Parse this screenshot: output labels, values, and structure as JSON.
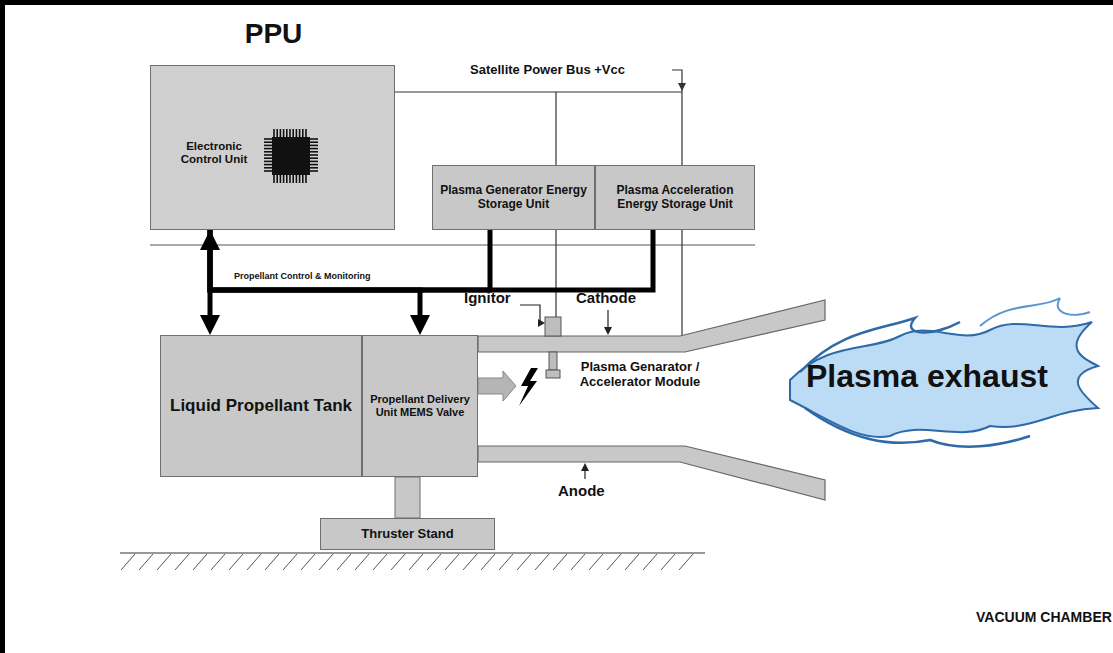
{
  "diagram": {
    "nodes": [
      {
        "text": [
          "PPU",
          "Electronic Control Unit"
        ]
      },
      {
        "text": [
          "Plasma Generator Energy Storage Unit"
        ]
      },
      {
        "text": [
          "Plasma Acceleration Energy Storage Unit"
        ]
      },
      {
        "text": [
          "Liquid Propellant Tank"
        ]
      },
      {
        "text": [
          "Propellant Delivery Unit MEMS Valve"
        ]
      },
      {
        "text": [
          "Thruster Stand"
        ]
      }
    ],
    "edges": [
      {
        "from": 0,
        "to": 1,
        "arrow": "to"
      },
      {
        "from": 0,
        "to": 2,
        "arrow": "to"
      },
      {
        "from": 0,
        "to": 3,
        "arrow": "both"
      },
      {
        "from": 0,
        "to": 4,
        "arrow": "to",
        "label": "Propellant Control & Monitoring"
      }
    ],
    "labels": [
      "Satellite Power Bus +Vcc",
      "Ignitor",
      "Cathode",
      "Anode",
      "Plasma Genarator / Accelerator Module",
      "Plasma exhaust",
      "VACUUM CHAMBER"
    ]
  }
}
